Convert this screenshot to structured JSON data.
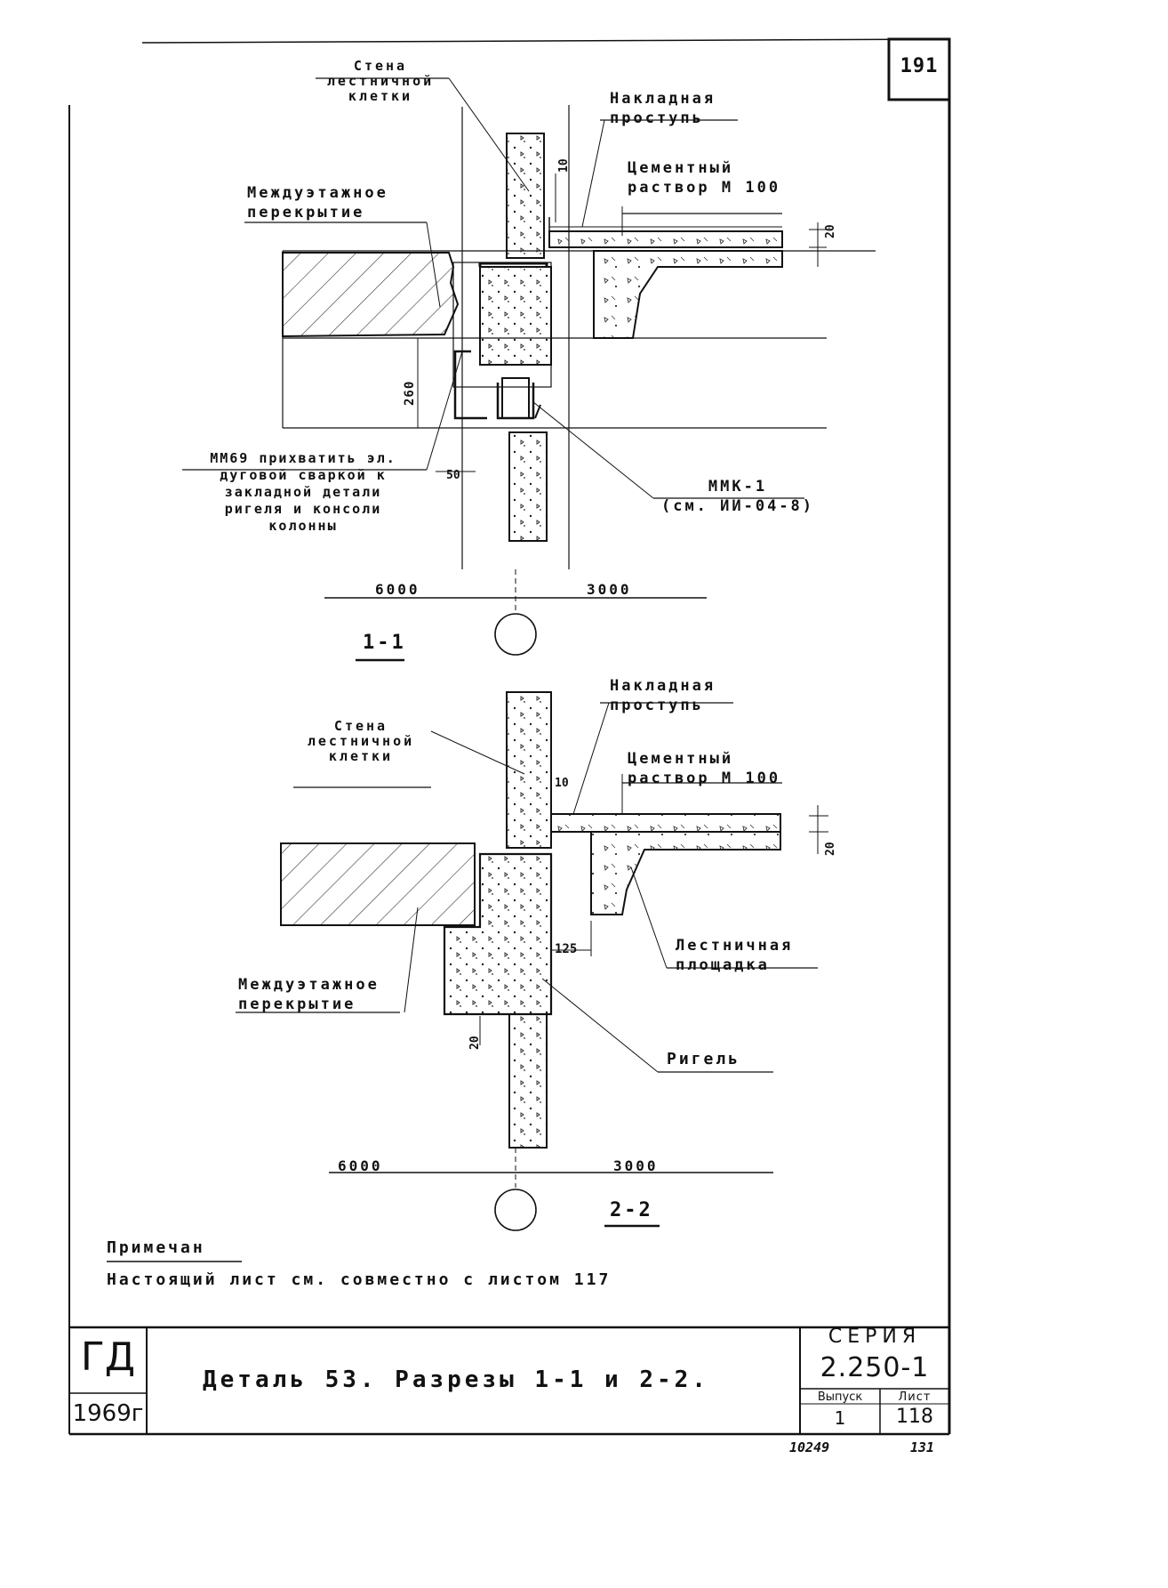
{
  "sheet_number_top": "191",
  "section_1": {
    "wall_label": [
      "Стена",
      "лестничной",
      "клетки"
    ],
    "tread_label": [
      "Накладная",
      "проступь"
    ],
    "mortar_label": [
      "Цементный",
      "раствор М 100"
    ],
    "floor_label": [
      "Междуэтажное",
      "перекрытие"
    ],
    "weld_note": [
      "ММ69 прихватить эл.",
      "дуговой сваркой к",
      "закладной детали",
      "ригеля и консоли",
      "колонны"
    ],
    "mmk_label": [
      "ММК-1",
      "(см. ИИ-04-8)"
    ],
    "dims": {
      "d10": "10",
      "d20": "20",
      "d260": "260",
      "d50": "50"
    },
    "axis_left": "6000",
    "axis_right": "3000",
    "title": "1-1"
  },
  "section_2": {
    "wall_label": [
      "Стена",
      "лестничной",
      "клетки"
    ],
    "tread_label": [
      "Накладная",
      "проступь"
    ],
    "mortar_label": [
      "Цементный",
      "раствор М 100"
    ],
    "landing_label": [
      "Лестничная",
      "площадка"
    ],
    "floor_label": [
      "Междуэтажное",
      "перекрытие"
    ],
    "beam_label": "Ригель",
    "dims": {
      "d10": "10",
      "d20a": "20",
      "d125": "125",
      "d20b": "20"
    },
    "axis_left": "6000",
    "axis_right": "3000",
    "title": "2-2"
  },
  "note": {
    "heading": "Примечан",
    "text": "Настоящий лист см. совместно с листом  117"
  },
  "title_block": {
    "org": "ГД",
    "year": "1969г",
    "title": "Деталь 53.   Разрезы 1-1 и 2-2.",
    "series_label": "СЕРИЯ",
    "series_value": "2.250-1",
    "issue_label": "Выпуск",
    "issue_value": "1",
    "sheet_label": "Лист",
    "sheet_value": "118"
  },
  "footer": {
    "left": "10249",
    "right": "131"
  }
}
